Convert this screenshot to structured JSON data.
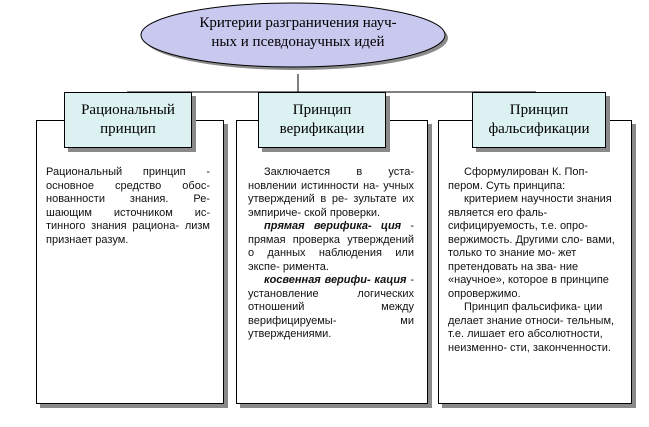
{
  "title": {
    "line1": "Критерии разграничения науч-",
    "line2": "ных и псевдонаучных идей"
  },
  "columns": [
    {
      "header": "Рациональный\nпринцип",
      "paragraphs": [
        "Рациональный принцип - основное средство обос- нованности знания. Ре- шающим источником ис- тинного знания рациона- лизм признает разум."
      ]
    },
    {
      "header": "Принцип\nверификации",
      "intro": "Заключается в уста- новлении истинности на- учных утверждений в ре- зультате их эмпириче- ской проверки.",
      "direct_term": "прямая верифика- ция",
      "direct_text": " - прямая проверка утверждений о данных наблюдения или экспе- римента.",
      "indirect_term": "косвенная верифи- кация",
      "indirect_text": " - установление логических отношений между верифицируемы- ми утверждениями."
    },
    {
      "header": "Принцип\nфальсификации",
      "paragraphs": [
        "Сформулирован К. Поп- пером. Суть принципа:",
        "критерием научности знания является его фаль- сифицируемость, т.е. опро- вержимость. Другими сло- вами, только то знание мо- жет претендовать на зва- ние «научное», которое в принципе опровержимо.",
        "Принцип фальсифика- ции делает знание относи- тельным, т.е. лишает его абсолютности, неизменно- сти, законченности."
      ]
    }
  ],
  "colors": {
    "ellipse_fill": "#c9c9f0",
    "header_fill": "#dcf1f1",
    "shadow": "#8a8a8a"
  }
}
